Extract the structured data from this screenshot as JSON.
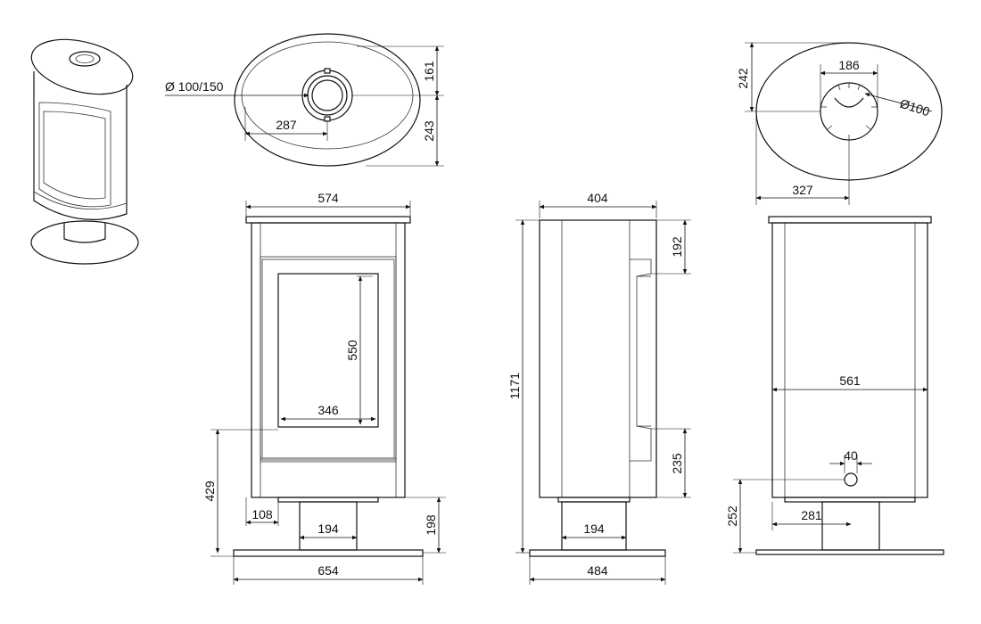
{
  "labels": {
    "flue_top": "Ø 100/150",
    "top_offset_x": "287",
    "top_offset_y1": "161",
    "top_offset_y2": "243",
    "rear_offset_y": "242",
    "rear_outlet_width": "186",
    "rear_outlet_dia": "Ø100",
    "rear_offset_x": "327",
    "front_top_width": "574",
    "front_glass_height": "550",
    "front_glass_width": "346",
    "front_air_height": "429",
    "front_air_offset": "108",
    "front_pillar_width": "194",
    "front_pillar_height": "198",
    "front_base_width": "654",
    "side_top_width": "404",
    "side_top_offset": "192",
    "side_total_height": "1171",
    "side_lower_offset": "235",
    "side_pillar_width": "194",
    "side_base_width": "484",
    "back_width": "561",
    "back_inlet_dia": "40",
    "back_inlet_offset": "281",
    "back_inlet_height": "252"
  }
}
